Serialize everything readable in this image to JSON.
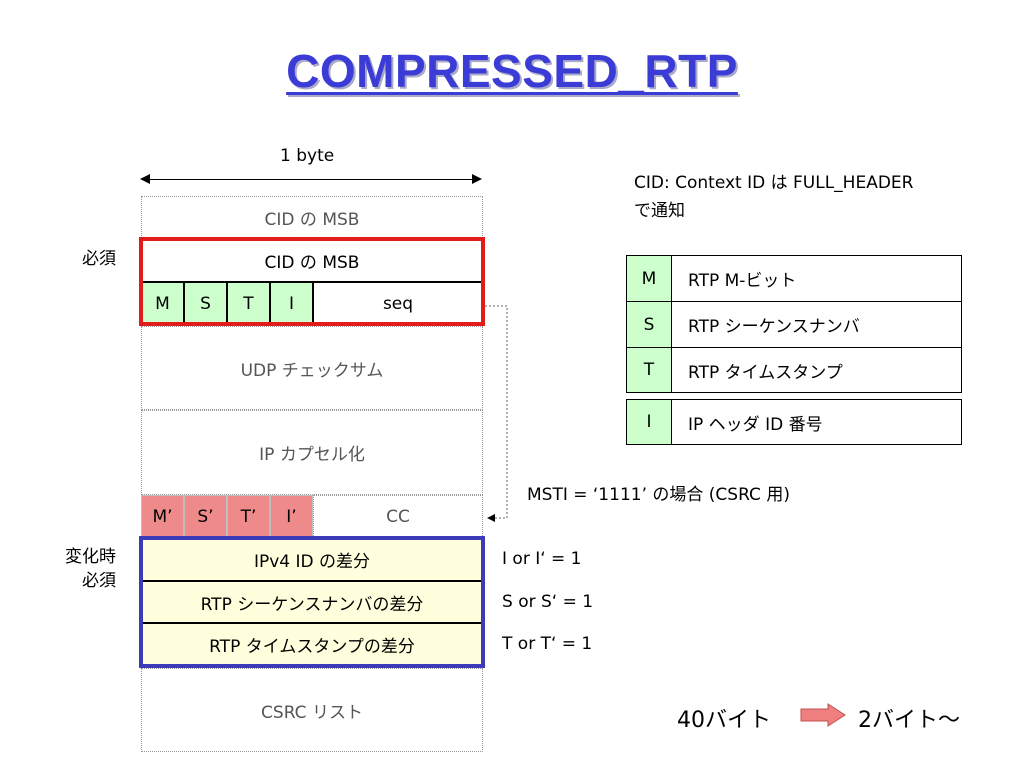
{
  "title": "COMPRESSED_RTP",
  "byte_label": "1 byte",
  "header_fields": {
    "cid_msb_faded": "CID の MSB",
    "cid_msb": "CID の MSB",
    "m": "M",
    "s": "S",
    "t": "T",
    "i": "I",
    "seq": "seq",
    "udp_checksum": "UDP チェックサム",
    "ip_encap": "IP カプセル化",
    "m2": "M’",
    "s2": "S’",
    "t2": "T’",
    "i2": "I’",
    "cc": "CC",
    "ipv4_id_diff": "IPv4 ID の差分",
    "rtp_seq_diff": "RTP シーケンスナンバの差分",
    "rtp_ts_diff": "RTP タイムスタンプの差分",
    "csrc_list": "CSRC リスト"
  },
  "side_labels": {
    "required": "必須",
    "required_on_change_1": "変化時",
    "required_on_change_2": "必須"
  },
  "notes": {
    "cid_line1": "CID: Context ID は FULL_HEADER",
    "cid_line2": "で通知",
    "msti": "MSTI = ‘1111’ の場合 (CSRC 用)",
    "i_cond": "I or I‘ = 1",
    "s_cond": "S or S‘ = 1",
    "t_cond": "T or T‘ = 1"
  },
  "legend": [
    {
      "key": "M",
      "value": "RTP M-ビット"
    },
    {
      "key": "S",
      "value": "RTP シーケンスナンバ"
    },
    {
      "key": "T",
      "value": "RTP タイムスタンプ"
    },
    {
      "key": "I",
      "value": "IP ヘッダ ID 番号"
    }
  ],
  "size_change": {
    "from": "40バイト",
    "to": "2バイト～"
  },
  "colors": {
    "title": "#3b3bd6",
    "green_field": "#ccffcc",
    "pink_field": "#ee8a8a",
    "cream_field": "#ffffdd",
    "red_frame": "#e21b1b",
    "blue_frame": "#3b3bb8",
    "arrow_fill": "#f08080"
  }
}
